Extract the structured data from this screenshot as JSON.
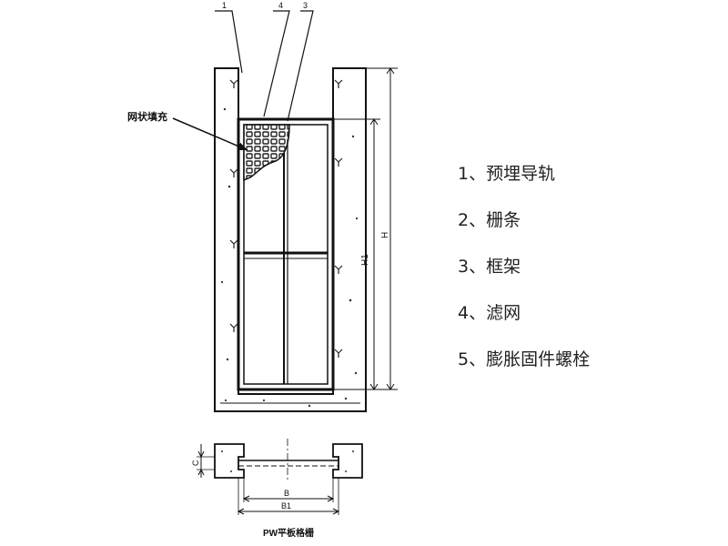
{
  "callouts": [
    "1",
    "4",
    "3"
  ],
  "fill_label": "网状填充",
  "dimensions": {
    "h1": "H1",
    "h": "H",
    "b": "B",
    "b1": "B1",
    "c": "C"
  },
  "legend": [
    "1、预埋导轨",
    "2、栅条",
    "3、框架",
    "4、滤网",
    "5、膨胀固件螺栓"
  ],
  "caption": "PW平板格栅"
}
